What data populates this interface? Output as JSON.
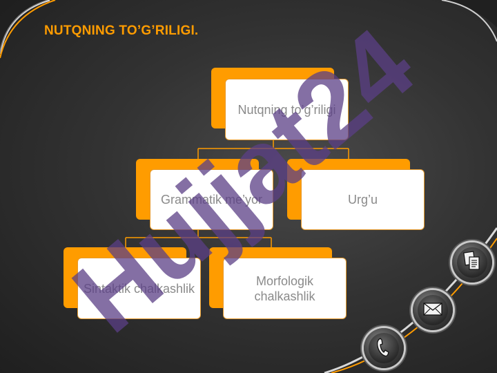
{
  "slide": {
    "title": "NUTQNING TO’G’RILIGI."
  },
  "diagram": {
    "root": {
      "label": "Nutqning to’g’riligi"
    },
    "level1": [
      {
        "label": "Grammatik me’yor"
      },
      {
        "label": "Urg’u"
      }
    ],
    "level2": [
      {
        "label": "Sintaktik chalkashlik"
      },
      {
        "label": "Morfologik chalkashlik"
      }
    ]
  },
  "watermark": {
    "text": "Hujjat24"
  },
  "navigation": {
    "buttons": [
      {
        "icon": "documents-icon"
      },
      {
        "icon": "envelope-icon"
      },
      {
        "icon": "phone-icon"
      }
    ]
  },
  "colors": {
    "accent": "#ff9c00",
    "node_text": "#8a8a8a",
    "background": "#333333",
    "watermark": "#5b3f86"
  }
}
